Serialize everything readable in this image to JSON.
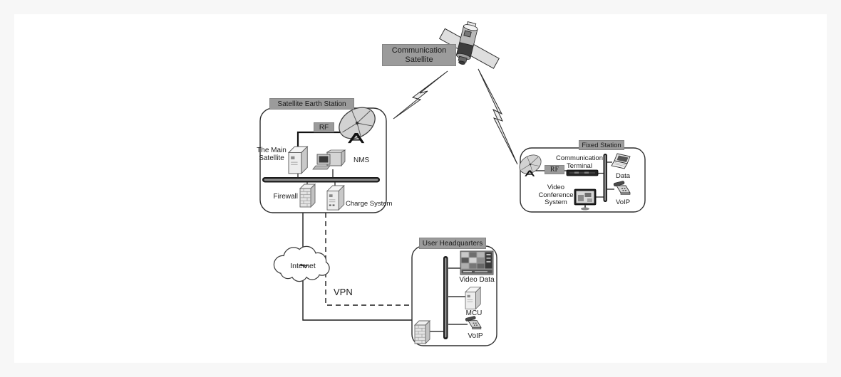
{
  "colors": {
    "page_bg": "#f7f7f7",
    "canvas_bg": "#ffffff",
    "label_bg": "#9b9b9b",
    "label_border": "#858585",
    "text": "#1c1c1c",
    "line": "#1a1a1a"
  },
  "satellite": {
    "label": "Communication Satellite"
  },
  "earth_station": {
    "title": "Satellite Earth Station",
    "rf": "RF",
    "main_satellite": "The Main Satellite",
    "nms": "NMS",
    "firewall": "Firewall",
    "charge_system": "Charge System"
  },
  "fixed_station": {
    "title": "Fixed Station",
    "rf": "RF",
    "communication_terminal": "Communication Terminal",
    "data": "Data",
    "voip": "VoIP",
    "video_conference": "Video Conference System"
  },
  "user_headquarters": {
    "title": "User Headquarters",
    "video_data": "Video Data",
    "mcu": "MCU",
    "voip": "VoIP"
  },
  "network": {
    "internet": "Internet",
    "vpn": "VPN"
  }
}
